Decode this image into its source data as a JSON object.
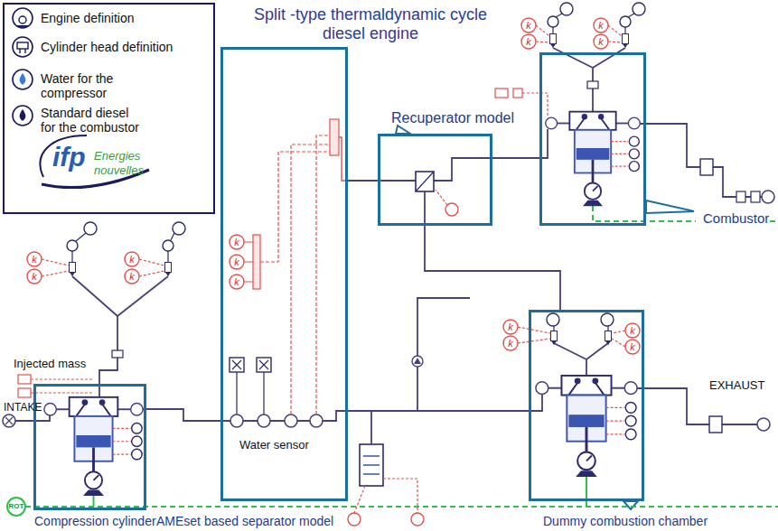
{
  "diagram": {
    "title": "Split -type thermaldynamic cycle diesel engine",
    "nodes": [
      {
        "text": [
          "Compression cylinder"
        ]
      },
      {
        "text": [
          "AMEset based separator model",
          "Water sensor"
        ]
      },
      {
        "text": [
          "Recuperator model"
        ]
      },
      {
        "text": [
          "Combustor"
        ]
      },
      {
        "text": [
          "Dummy combustion chamber"
        ]
      }
    ],
    "edges": [
      {
        "from": 0,
        "to": 1,
        "arrow": "none"
      },
      {
        "from": 1,
        "to": 2,
        "arrow": "none"
      },
      {
        "from": 2,
        "to": 3,
        "arrow": "none"
      },
      {
        "from": 1,
        "to": 4,
        "arrow": "none"
      }
    ],
    "labels": [
      "Injected mass",
      "INTAKE",
      "EXHAUST",
      "ROT",
      "ifp",
      "Energies nouvelles",
      "k",
      "k",
      "k",
      "k",
      "k",
      "k",
      "k",
      "k",
      "k",
      "k",
      "k",
      "k",
      "k",
      "k",
      "k"
    ],
    "legend": [
      {
        "text": "Engine definition"
      },
      {
        "text": "Cylinder head definition"
      },
      {
        "text": "Water for the compressor"
      },
      {
        "text": "Standard diesel for the combustor"
      }
    ]
  }
}
